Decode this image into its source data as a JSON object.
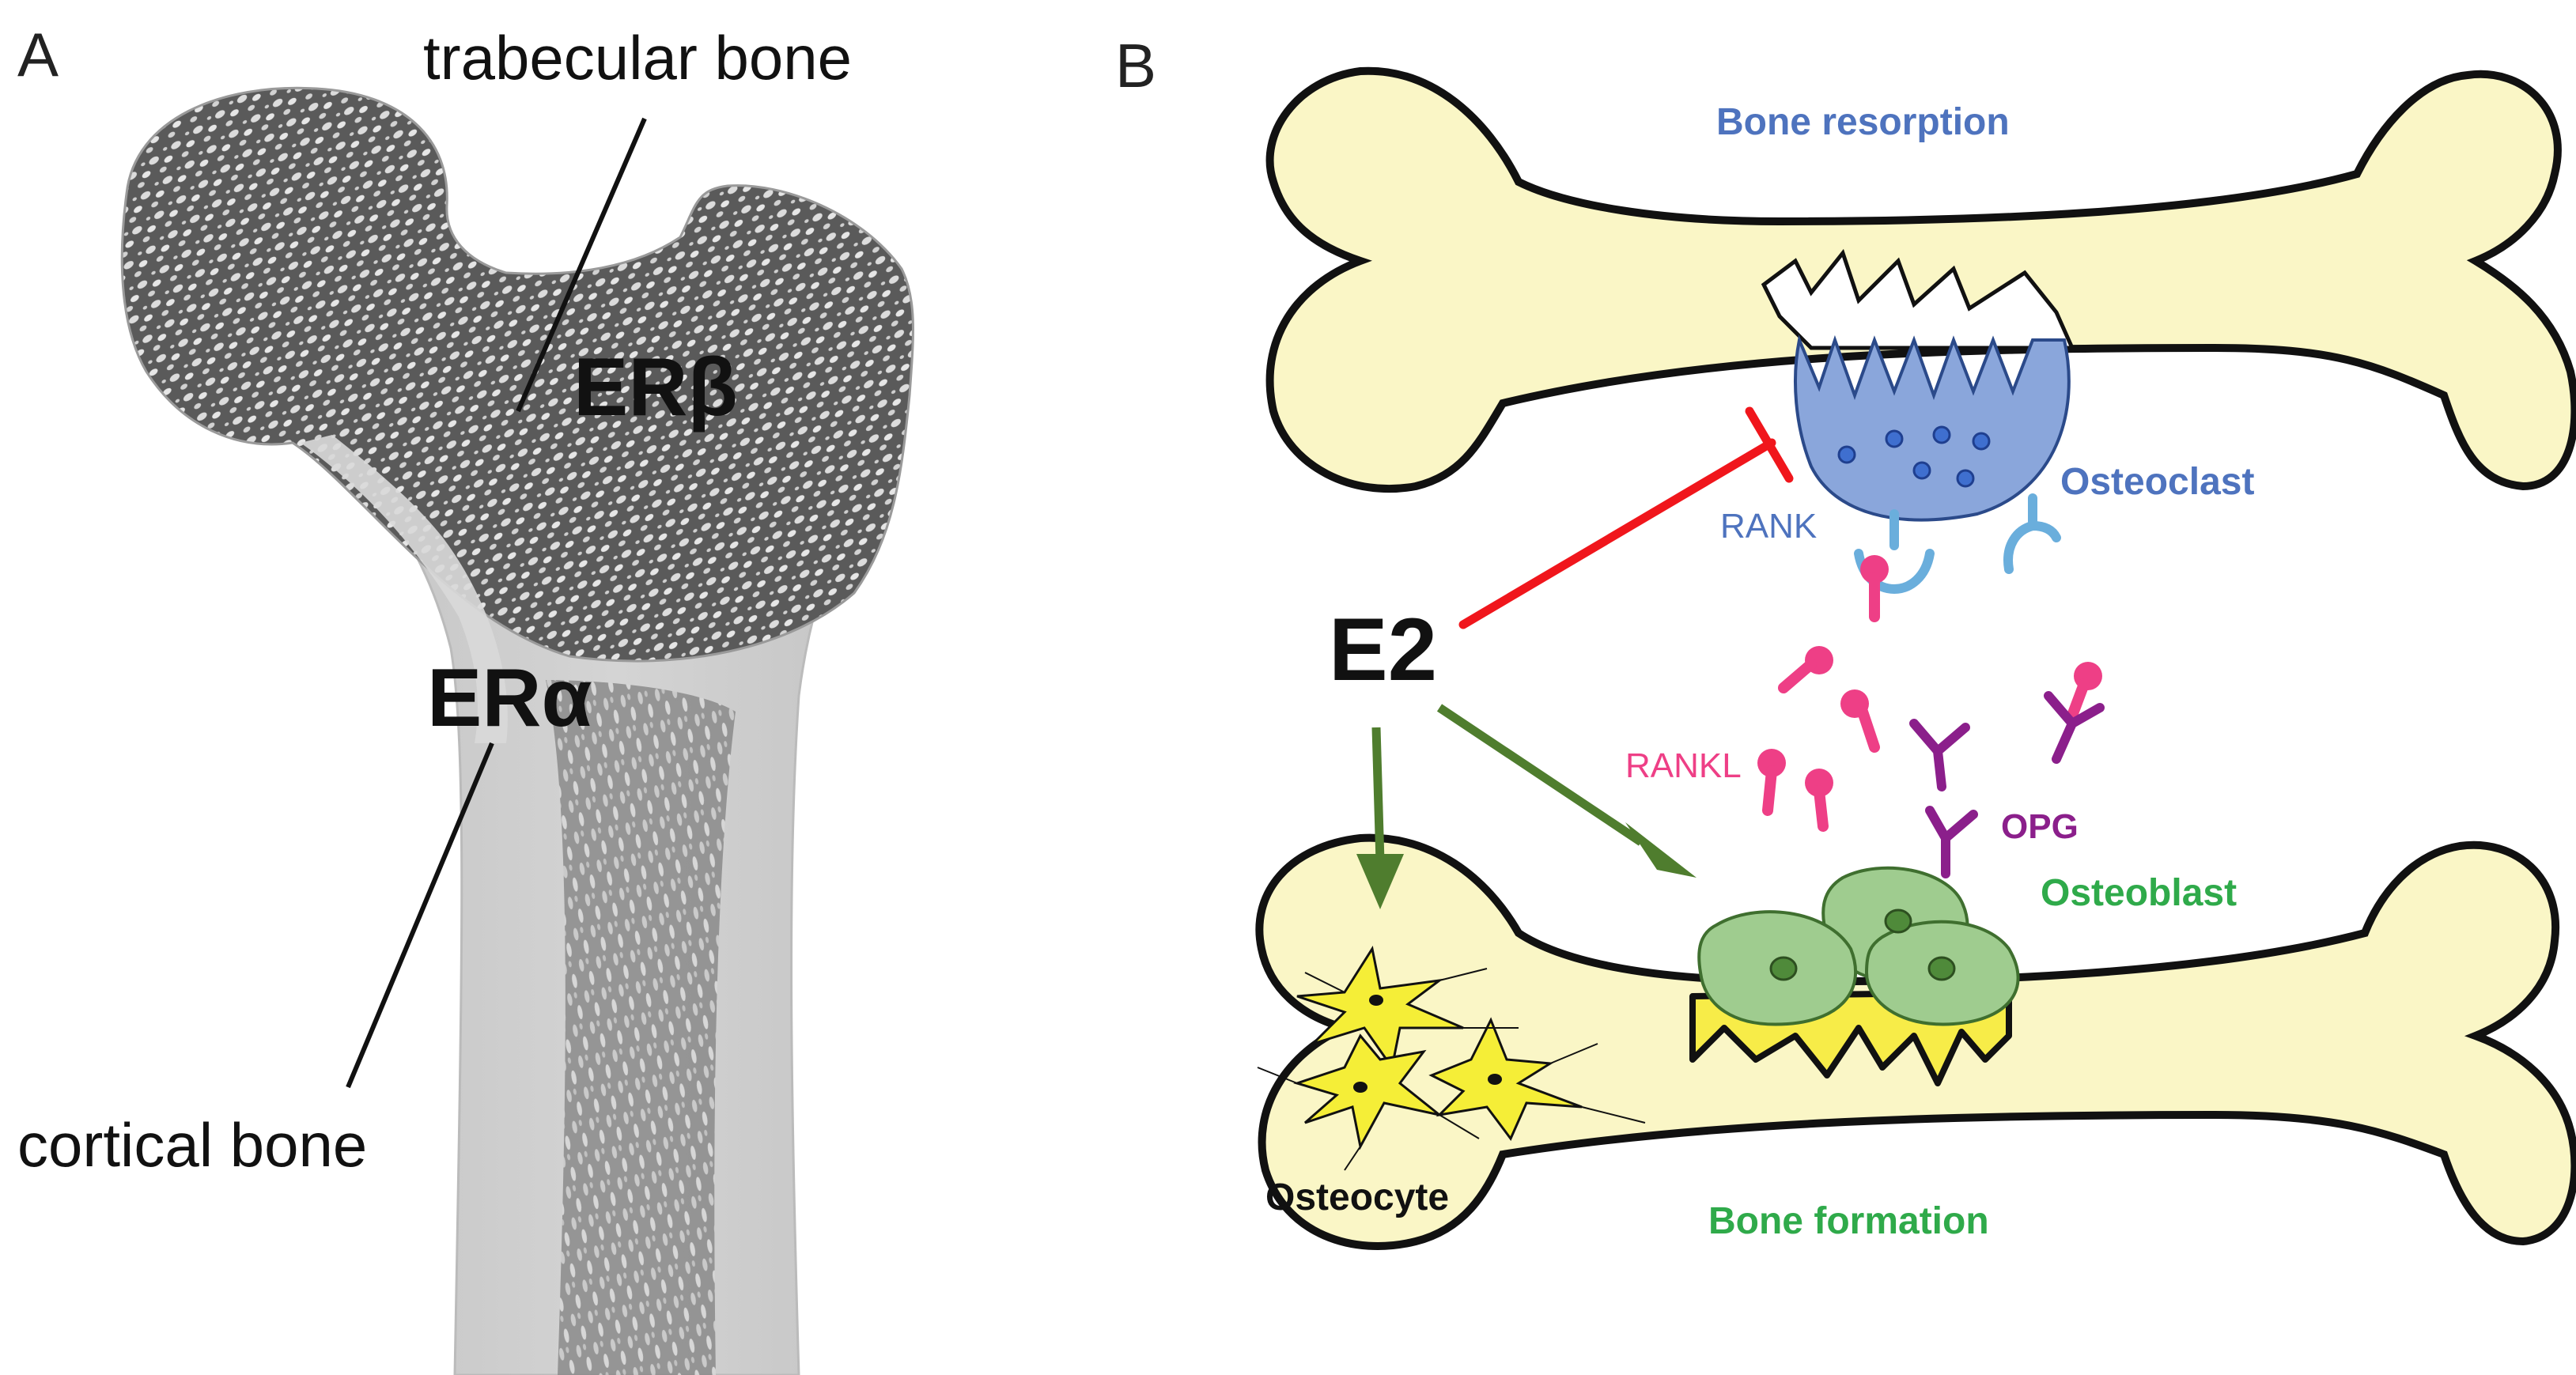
{
  "panel_a": {
    "panel_letter": "A",
    "label_trabecular": "trabecular bone",
    "label_cortical": "cortical bone",
    "label_er_beta": "ERβ",
    "label_er_alpha": "ERα"
  },
  "panel_b": {
    "panel_letter": "B",
    "label_bone_resorption": "Bone resorption",
    "label_osteoclast": "Osteoclast",
    "label_rank": "RANK",
    "label_e2": "E2",
    "label_rankl": "RANKL",
    "label_opg": "OPG",
    "label_osteoblast": "Osteoblast",
    "label_osteocyte": "Osteocyte",
    "label_bone_formation": "Bone formation"
  },
  "colors": {
    "bone_fill": "#faf6c6",
    "osteoclast_blue": "#8aa6db",
    "resorption_text": "#4e73be",
    "rank_receptor": "#6aaedc",
    "rankl_pink": "#ee3f86",
    "opg_purple": "#8b1f8b",
    "osteoblast_green": "#9fcc8f",
    "formation_text": "#2faa4a",
    "arrow_green": "#4f7d2e",
    "inhibit_red": "#f0161c",
    "osteocyte_yellow": "#f5ee37"
  }
}
